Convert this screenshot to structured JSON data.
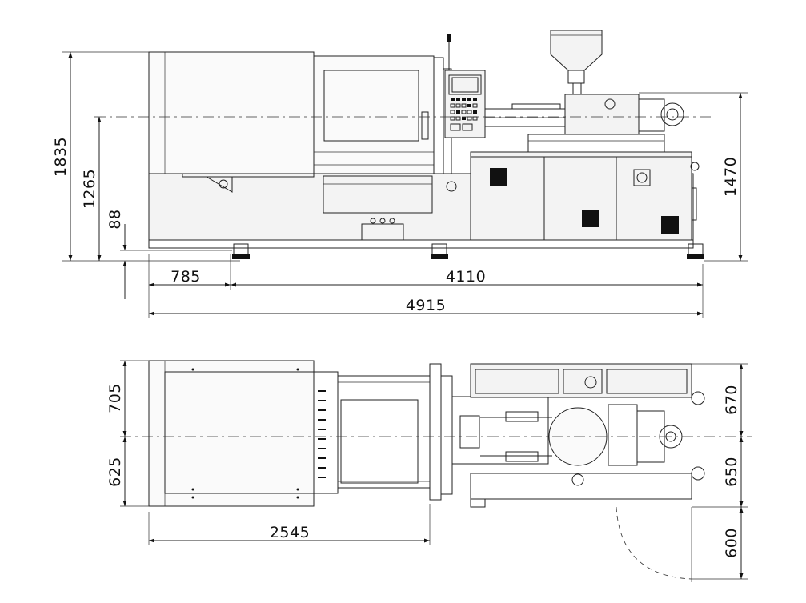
{
  "front_view": {
    "dimensions": {
      "overall_height": "1835",
      "axis_height": "1265",
      "foot_height": "88",
      "nozzle_height": "1470",
      "clamp_offset": "785",
      "frame_length": "4110",
      "overall_length": "4915"
    }
  },
  "top_view": {
    "dimensions": {
      "clamp_half_upper": "705",
      "clamp_half_lower": "625",
      "injection_half_upper": "670",
      "injection_half_lower": "650",
      "door_swing": "600",
      "clamp_length": "2545"
    }
  },
  "colors": {
    "line": "#222222",
    "fill": "#f3f3f3",
    "marker": "#111111"
  }
}
